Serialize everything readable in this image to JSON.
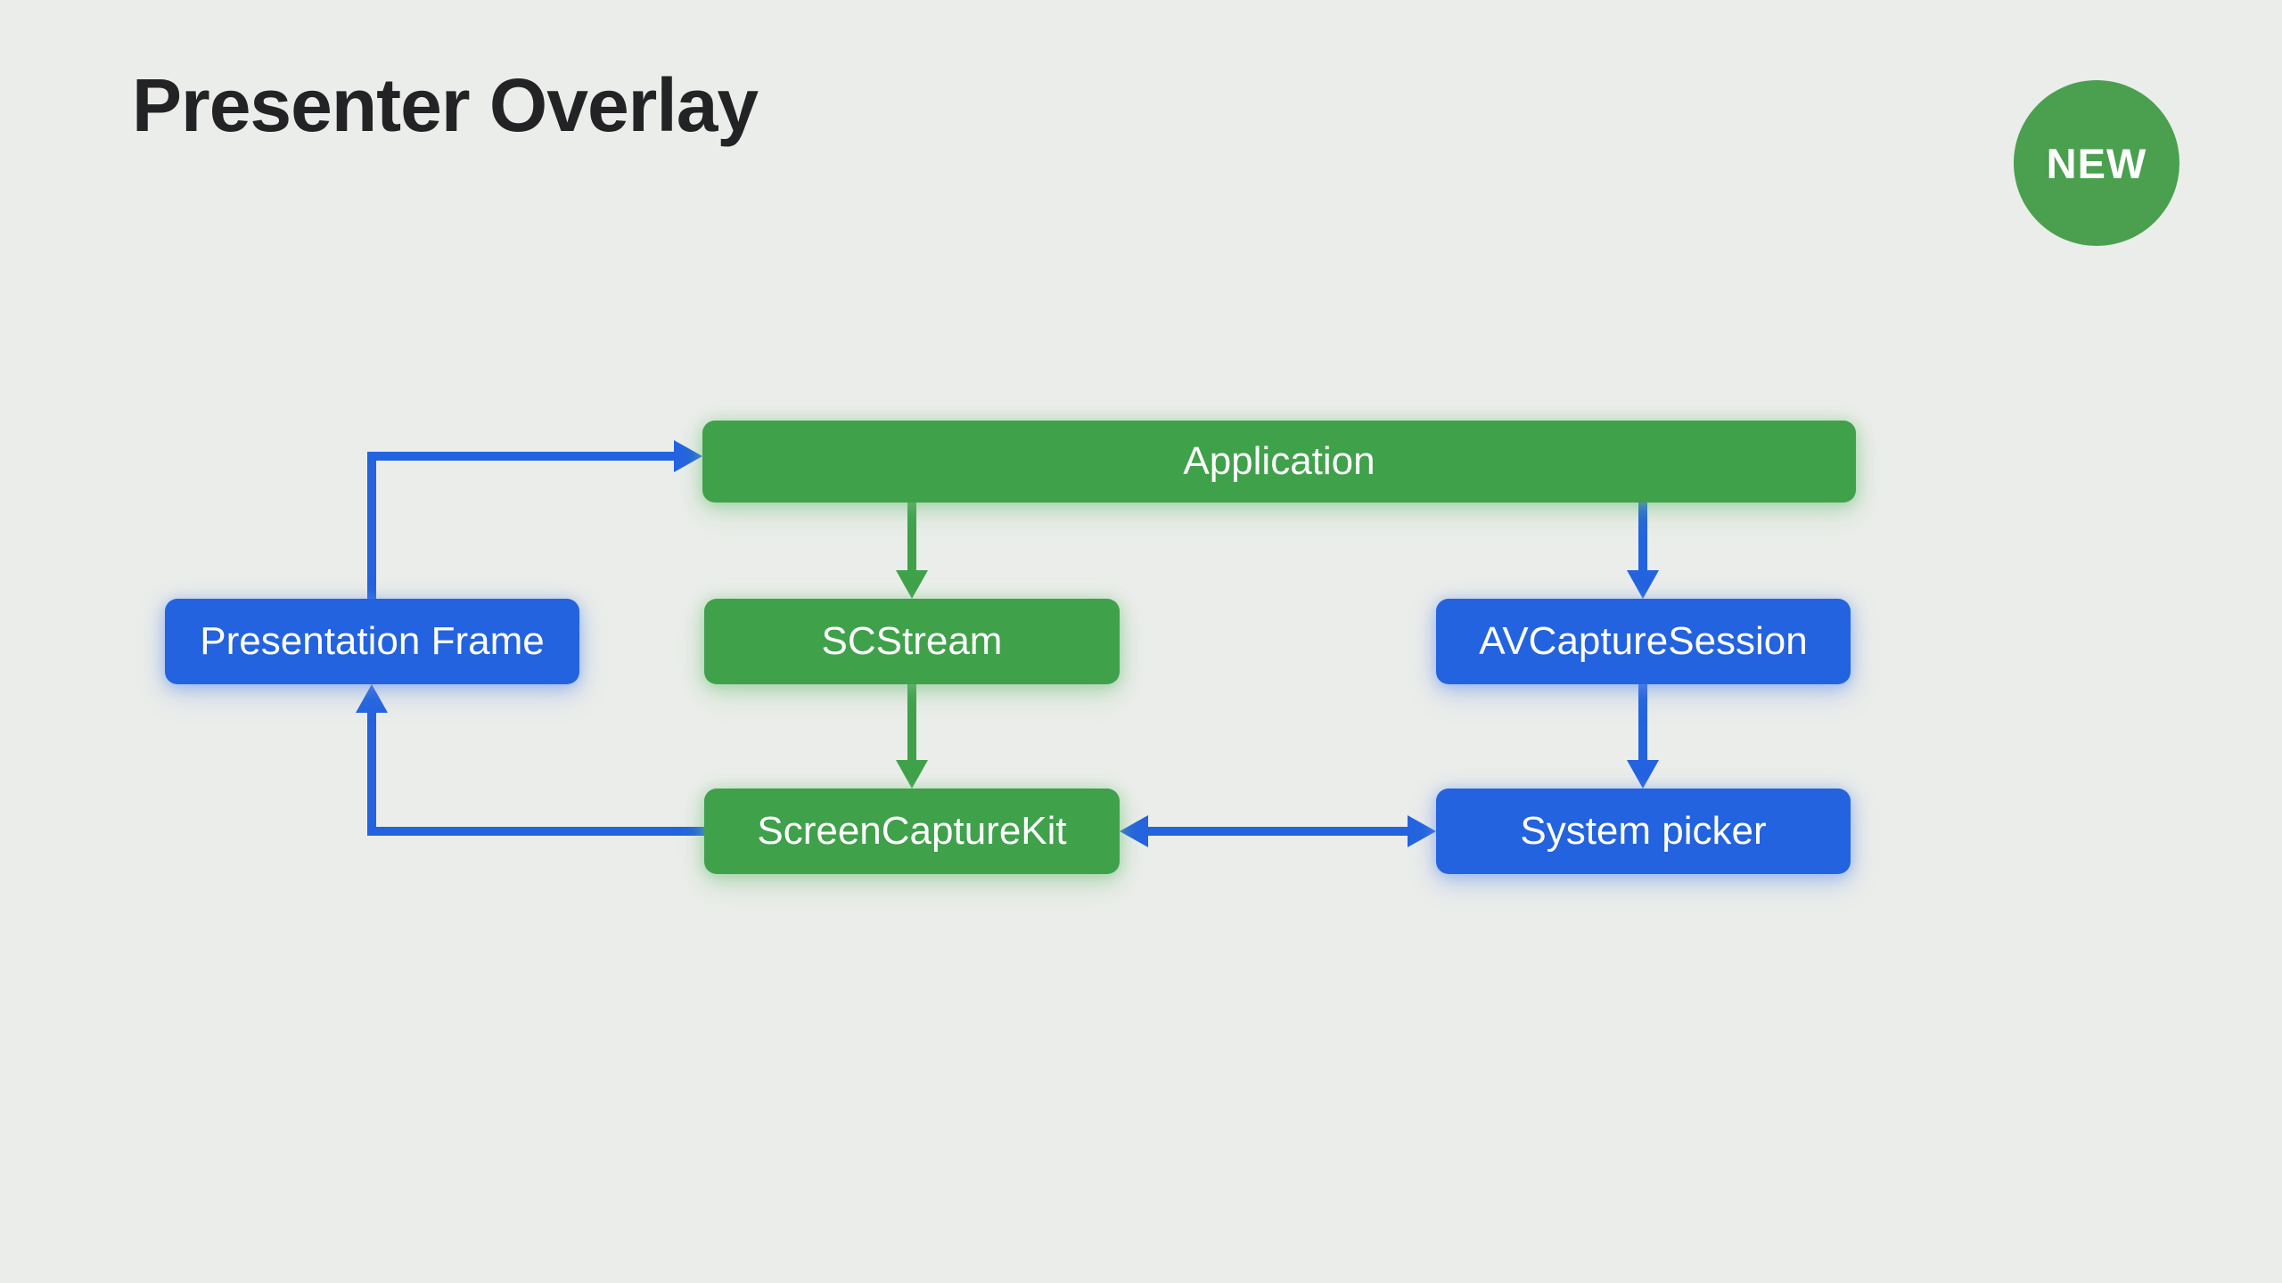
{
  "page": {
    "title": "Presenter Overlay",
    "background": "#EBEDEA"
  },
  "badge": {
    "label": "NEW"
  },
  "colors": {
    "background": "#EBEDEA",
    "title": "#232326",
    "green": "#40A14B",
    "blue": "#2463DF",
    "badge": "#4AA04E",
    "node_text": "#FFFFFF"
  },
  "diagram": {
    "nodes": [
      {
        "id": "application",
        "label": "Application",
        "variant": "green"
      },
      {
        "id": "presentation-frame",
        "label": "Presentation Frame",
        "variant": "blue"
      },
      {
        "id": "scstream",
        "label": "SCStream",
        "variant": "green"
      },
      {
        "id": "avcapturesession",
        "label": "AVCaptureSession",
        "variant": "blue"
      },
      {
        "id": "screencapturekit",
        "label": "ScreenCaptureKit",
        "variant": "green"
      },
      {
        "id": "system-picker",
        "label": "System picker",
        "variant": "blue"
      }
    ],
    "edges": [
      {
        "from": "application",
        "to": "scstream",
        "color": "green",
        "direction": "down"
      },
      {
        "from": "application",
        "to": "avcapturesession",
        "color": "blue",
        "direction": "down"
      },
      {
        "from": "scstream",
        "to": "screencapturekit",
        "color": "green",
        "direction": "down"
      },
      {
        "from": "avcapturesession",
        "to": "system-picker",
        "color": "blue",
        "direction": "down"
      },
      {
        "from": "screencapturekit",
        "to": "system-picker",
        "color": "blue",
        "direction": "bidirectional"
      },
      {
        "from": "presentation-frame",
        "to": "application",
        "color": "blue",
        "direction": "up-then-right"
      },
      {
        "from": "screencapturekit",
        "to": "presentation-frame",
        "color": "blue",
        "direction": "left-then-up"
      }
    ]
  }
}
